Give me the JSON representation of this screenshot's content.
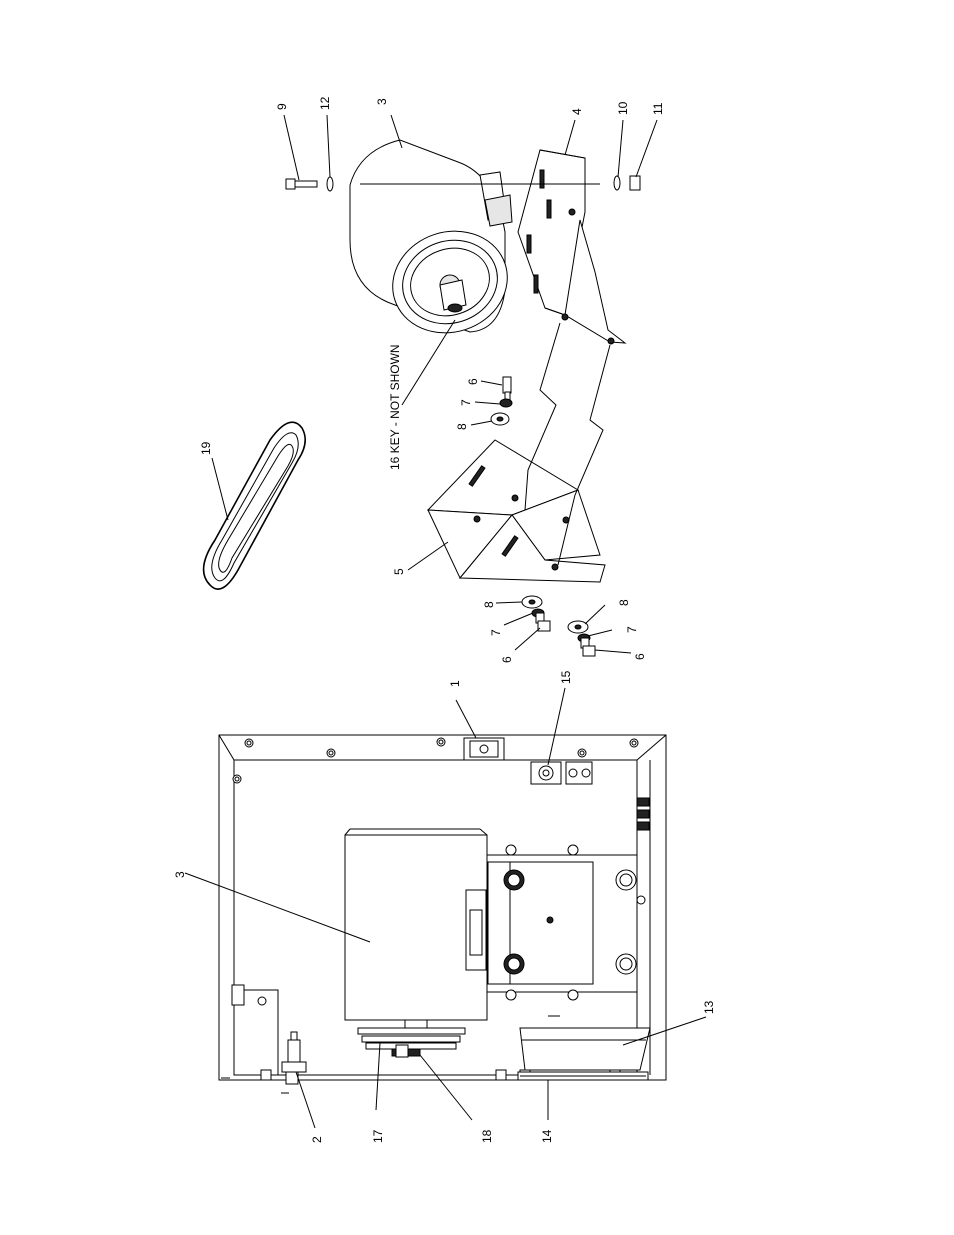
{
  "callouts": {
    "c9": "9",
    "c12": "12",
    "c3_top": "3",
    "c4": "4",
    "c10": "10",
    "c11": "11",
    "c19": "19",
    "c16": "16 KEY - NOT SHOWN",
    "c6_a": "6",
    "c7_a": "7",
    "c8_a": "8",
    "c5": "5",
    "c8_b": "8",
    "c7_b": "7",
    "c6_b": "6",
    "c8_c": "8",
    "c7_c": "7",
    "c6_c": "6",
    "c1": "1",
    "c15": "15",
    "c3_bottom": "3",
    "c13": "13",
    "c2": "2",
    "c17": "17",
    "c18": "18",
    "c14": "14"
  }
}
